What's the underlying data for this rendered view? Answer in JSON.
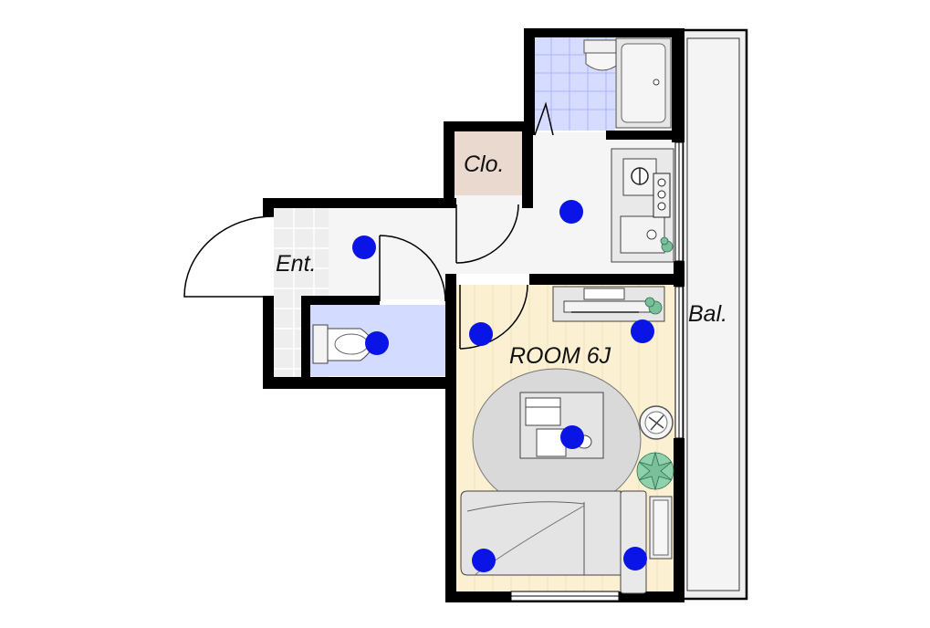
{
  "labels": {
    "entrance": "Ent.",
    "closet": "Clo.",
    "room": "ROOM 6J",
    "balcony": "Bal."
  },
  "colors": {
    "wall": "#000000",
    "marker": "#0a14e6",
    "bath_tile": "#d6dcff",
    "toilet_floor": "#d3dcff",
    "closet_floor": "#e9d9cf",
    "room_floor": "#fbf0d2",
    "hall_floor": "#f5f5f5",
    "entrance_tile": "#eeeeee",
    "rug": "#d9d9d9",
    "sofa": "#e4e4e4",
    "plant": "#79bf9a"
  },
  "markers": [
    {
      "name": "entrance-hall-marker"
    },
    {
      "name": "toilet-marker"
    },
    {
      "name": "kitchen-marker"
    },
    {
      "name": "room-door-marker"
    },
    {
      "name": "tv-stand-marker"
    },
    {
      "name": "table-marker"
    },
    {
      "name": "bed-marker"
    },
    {
      "name": "bedside-marker"
    }
  ]
}
